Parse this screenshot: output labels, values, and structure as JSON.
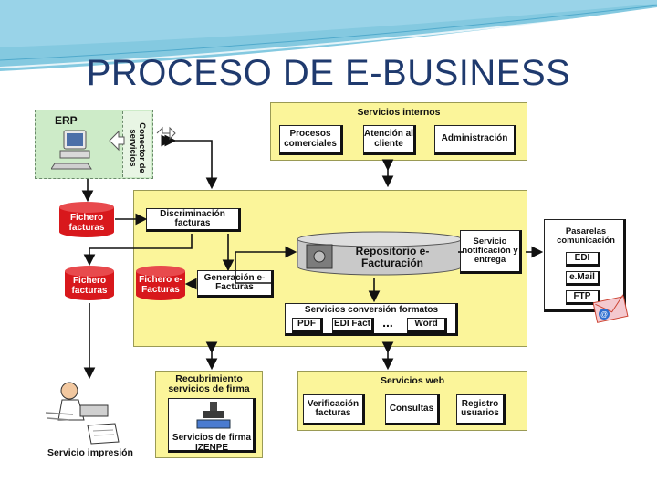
{
  "title": "PROCESO DE E-BUSINESS",
  "erp": {
    "label": "ERP",
    "connector": "Conector de servicios"
  },
  "internal": {
    "title": "Servicios internos",
    "items": [
      "Procesos comerciales",
      "Atención al cliente",
      "Administración"
    ]
  },
  "central": {
    "discrimination": "Discriminación facturas",
    "generation": "Generación e-Facturas",
    "repository": "Repositorio e-Facturación",
    "notification": "Servicio notificación y entrega",
    "conversion": {
      "title": "Servicios conversión formatos",
      "formats": [
        "PDF",
        "EDI Fact",
        "...",
        "Word"
      ]
    }
  },
  "files": {
    "fichero1": "Fichero facturas",
    "fichero2": "Fichero facturas",
    "fichero3": "Fichero e-Facturas"
  },
  "gateways": {
    "title": "Pasarelas comunicación",
    "items": [
      "EDI",
      "e.Mail",
      "FTP"
    ]
  },
  "signature": {
    "title": "Recubrimiento servicios de firma",
    "service": "Servicios de firma IZENPE"
  },
  "web": {
    "title": "Servicios web",
    "items": [
      "Verificación facturas",
      "Consultas",
      "Registro usuarios"
    ]
  },
  "print": {
    "label": "Servicio impresión"
  },
  "colors": {
    "title": "#1f3a6e",
    "panel_yellow": "#fbf59a",
    "erp_green": "#cdebc8",
    "cylinder_red": "#d8181c",
    "swoosh": "#5bb7d6"
  }
}
